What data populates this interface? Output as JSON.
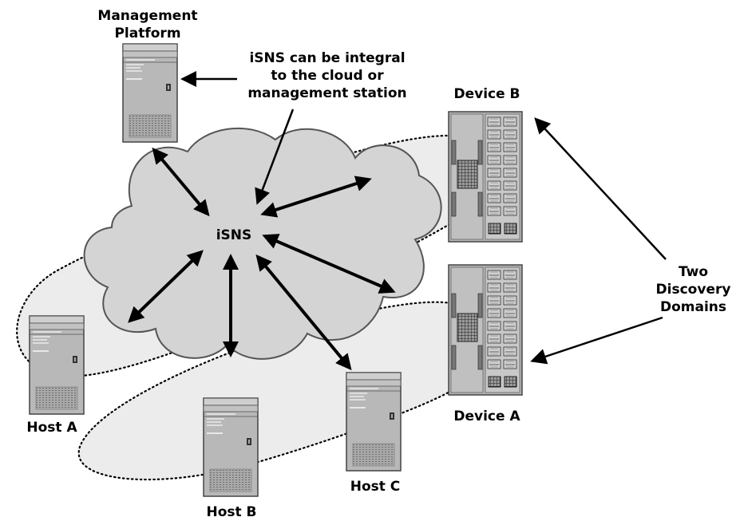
{
  "labels": {
    "management_platform": [
      "Management",
      "Platform"
    ],
    "annotation": [
      "iSNS can be integral",
      "to the cloud or",
      "management station"
    ],
    "device_b": "Device B",
    "isns": "iSNS",
    "two_discovery_domains": [
      "Two",
      "Discovery",
      "Domains"
    ],
    "host_a": "Host A",
    "device_a": "Device A",
    "host_c": "Host C",
    "host_b": "Host B"
  },
  "colors": {
    "cloud_fill": "#d4d4d4",
    "domain_fill": "#ececec",
    "server_fill": "#b5b5b5",
    "arrow": "#000000"
  }
}
